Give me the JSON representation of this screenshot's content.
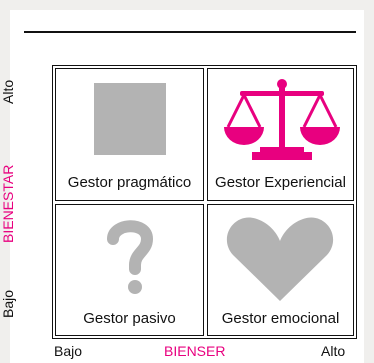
{
  "colors": {
    "accent": "#e8007f",
    "icon_gray": "#b3b3b3",
    "line": "#111111"
  },
  "vertical_axis": {
    "title": "BIENESTAR",
    "high": "Alto",
    "low": "Bajo"
  },
  "horizontal_axis": {
    "title": "BIENSER",
    "low": "Bajo",
    "high": "Alto"
  },
  "quadrants": {
    "top_left": {
      "label": "Gestor pragmático",
      "icon": "square-icon"
    },
    "top_right": {
      "label": "Gestor Experiencial",
      "icon": "scales-icon"
    },
    "bottom_left": {
      "label": "Gestor pasivo",
      "icon": "question-mark-icon"
    },
    "bottom_right": {
      "label": "Gestor emocional",
      "icon": "heart-icon"
    }
  }
}
